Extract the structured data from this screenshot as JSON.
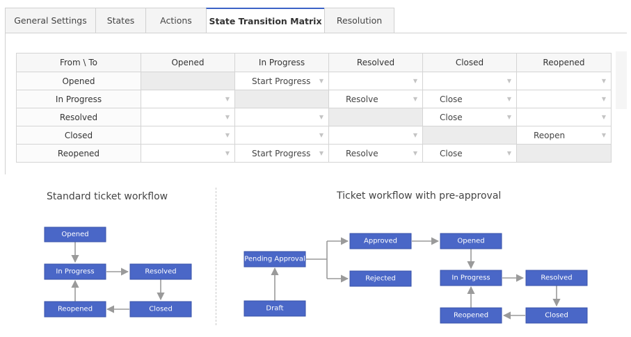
{
  "tabs": [
    {
      "label": "General Settings",
      "active": false
    },
    {
      "label": "States",
      "active": false
    },
    {
      "label": "Actions",
      "active": false
    },
    {
      "label": "State Transition Matrix",
      "active": true
    },
    {
      "label": "Resolution",
      "active": false
    }
  ],
  "matrix": {
    "corner_label": "From \\ To",
    "columns": [
      "Opened",
      "In Progress",
      "Resolved",
      "Closed",
      "Reopened"
    ],
    "rows": [
      {
        "label": "Opened",
        "cells": [
          null,
          "Start Progress",
          "",
          "",
          ""
        ]
      },
      {
        "label": "In Progress",
        "cells": [
          "",
          null,
          "Resolve",
          "Close",
          ""
        ]
      },
      {
        "label": "Resolved",
        "cells": [
          "",
          "",
          null,
          "Close",
          ""
        ]
      },
      {
        "label": "Closed",
        "cells": [
          "",
          "",
          "",
          null,
          "Reopen"
        ]
      },
      {
        "label": "Reopened",
        "cells": [
          "",
          "Start Progress",
          "Resolve",
          "Close",
          null
        ]
      }
    ],
    "caret_icon": "dropdown-caret-icon"
  },
  "diagrams": {
    "standard": {
      "title": "Standard ticket workflow",
      "nodes": {
        "opened": "Opened",
        "in_progress": "In Progress",
        "resolved": "Resolved",
        "closed": "Closed",
        "reopened": "Reopened"
      }
    },
    "preapproval": {
      "title": "Ticket workflow with pre-approval",
      "nodes": {
        "pending": "Pending Approval",
        "draft": "Draft",
        "approved": "Approved",
        "rejected": "Rejected",
        "opened": "Opened",
        "in_progress": "In Progress",
        "resolved": "Resolved",
        "closed": "Closed",
        "reopened": "Reopened"
      }
    }
  },
  "colors": {
    "accent": "#3b62c6",
    "node_fill": "#4a67c7",
    "edge": "#9a9a9a",
    "diagonal_cell": "#ececec"
  }
}
